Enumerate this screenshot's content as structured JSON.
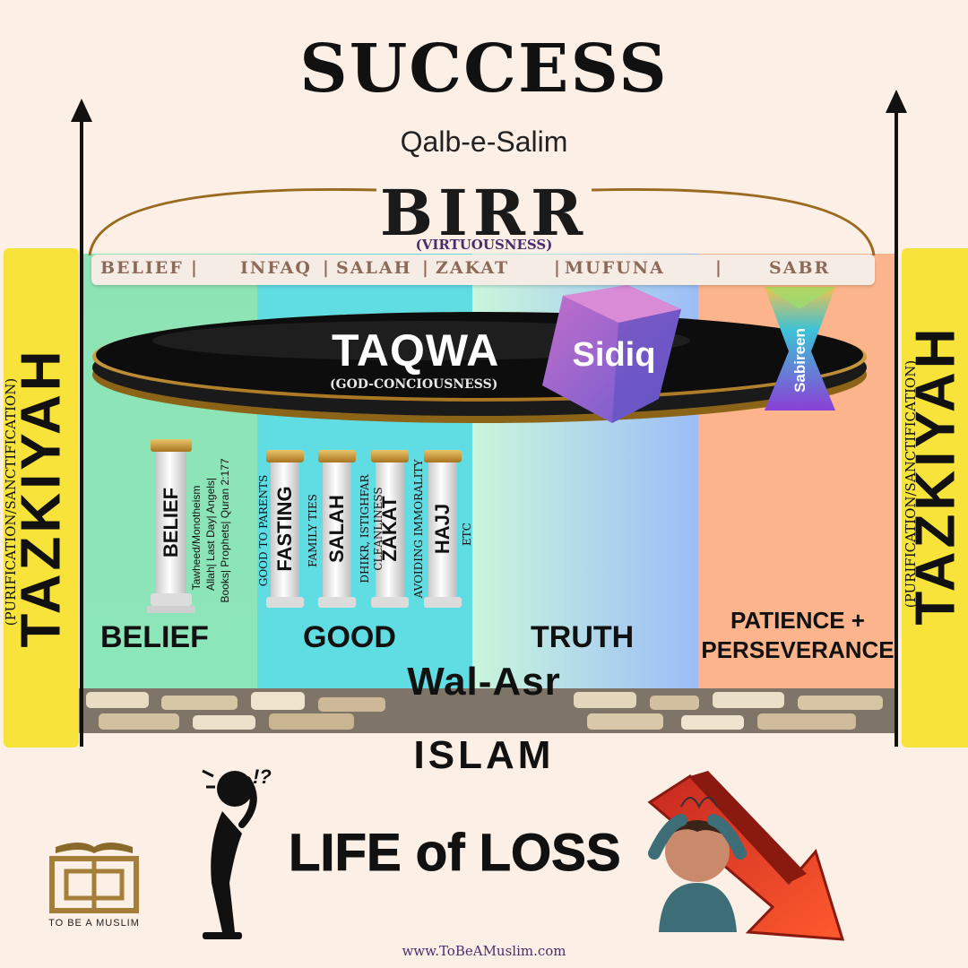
{
  "header": {
    "title": "SUCCESS",
    "subtitle": "Qalb-e-Salim",
    "birr": "BIRR",
    "birr_sub": "(VIRTUOUSNESS)"
  },
  "virtues": [
    "BELIEF",
    "|",
    "INFAQ",
    "|",
    "SALAH",
    "|",
    "ZAKAT",
    "|",
    "MUFUNA",
    "|",
    "SABR"
  ],
  "side": {
    "label": "TAZKIYAH",
    "sub": "(PURIFICATION/SANCTIFICATION)"
  },
  "taqwa": {
    "label": "TAQWA",
    "sub": "(GOD-CONCIOUSNESS)"
  },
  "gems": {
    "sidiq": "Sidiq",
    "sabireen": "Sabireen"
  },
  "pillars": {
    "belief": "BELIEF",
    "belief_detail_1": "Tawheed/Monotheism",
    "belief_detail_2": "Allah| Last Day| Angels|",
    "belief_detail_3": "Books| Prophets| Quran 2:177",
    "good_to_parents": "GOOD TO PARENTS",
    "fasting": "FASTING",
    "family_ties": "FAMILY TIES",
    "salah": "SALAH",
    "dhikr": "DHIKR, ISTIGHFAR",
    "cleanliness": "CLEANLINESS",
    "zakat": "ZAKAT",
    "avoiding": "AVOIDING IMMORALITY",
    "hajj": "HAJJ",
    "etc": "ETC"
  },
  "categories": {
    "belief": "BELIEF",
    "good": "GOOD",
    "truth": "TRUTH",
    "patience_1": "PATIENCE +",
    "patience_2": "PERSEVERANCE"
  },
  "foundation": {
    "wal_asr": "Wal-Asr",
    "islam": "ISLAM"
  },
  "bottom": {
    "life_of_loss": "LIFE of LOSS",
    "question": "!?",
    "brand": "TO BE A MUSLIM",
    "url": "www.ToBeAMuslim.com"
  },
  "colors": {
    "band_belief": "#8ee3b4",
    "band_good": "#5fdde3",
    "band_truth": "#9bbdf7",
    "band_patience": "#fbb48c",
    "tazkiyah_panel": "#f8e33a",
    "taqwa_disc": "#111111",
    "gold": "#b8862b",
    "loss_arrow": "#e8402a"
  }
}
